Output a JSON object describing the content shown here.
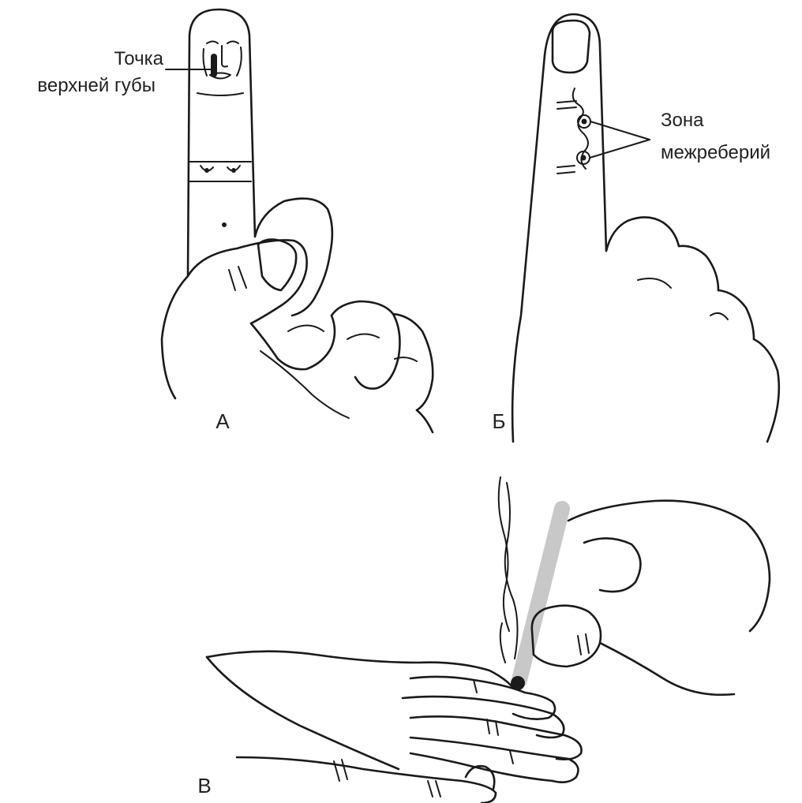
{
  "figure": {
    "panel_a": {
      "letter": "А",
      "label_line1": "Точка",
      "label_line2": "верхней губы"
    },
    "panel_b": {
      "letter": "Б",
      "label_line1": "Зона",
      "label_line2": "межреберий"
    },
    "panel_c": {
      "letter": "В"
    },
    "colors": {
      "ink": "#1a1a1a",
      "moxa_stick": "#c8c8c8",
      "background": "#ffffff"
    }
  }
}
